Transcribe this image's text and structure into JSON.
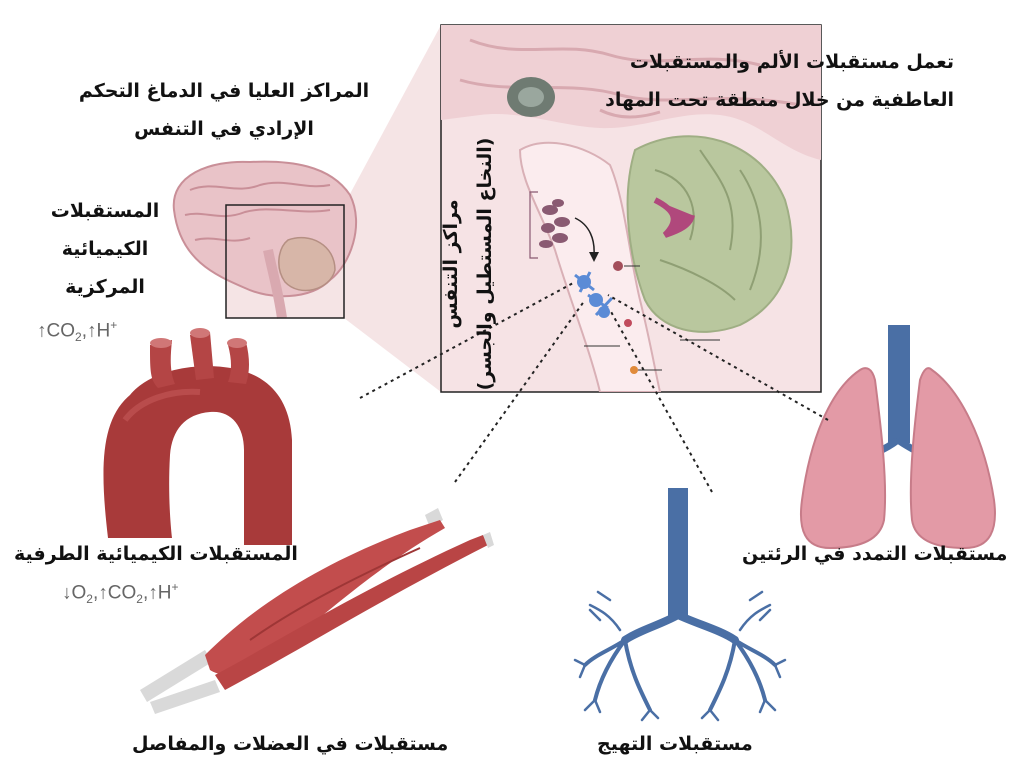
{
  "labels": {
    "hypothalamus_receptors_line1": "تعمل مستقبلات الألم والمستقبلات",
    "hypothalamus_receptors_line2": "العاطفية من خلال منطقة تحت المهاد",
    "higher_centers_line1": "المراكز العليا في الدماغ التحكم",
    "higher_centers_line2": "الإرادي في التنفس",
    "central_chemo_line1": "المستقبلات",
    "central_chemo_line2": "الكيميائية",
    "central_chemo_line3": "المركزية",
    "respiratory_centers_line1": "مراكز التنفس",
    "respiratory_centers_line2": "(النخاع المستطيل والجسر)",
    "peripheral_chemo": "المستقبلات الكيميائية الطرفية",
    "stretch_receptors": "مستقبلات التمدد في الرئتين",
    "irritant_receptors": "مستقبلات التهيج",
    "muscle_joint_receptors": "مستقبلات في العضلات والمفاصل"
  },
  "chem_central": {
    "co2": "CO",
    "co2_sub": "2",
    "h": "H",
    "h_sup": "+"
  },
  "chem_peripheral": {
    "o2": "O",
    "o2_sub": "2",
    "co2": "CO",
    "co2_sub": "2",
    "h": "H",
    "h_sup": "+"
  },
  "colors": {
    "brain_pink": "#e9c3c8",
    "brain_dark": "#c98f98",
    "cerebellum": "#b9c79e",
    "aorta": "#a83a3a",
    "muscle": "#c24d4d",
    "airway_blue": "#4a6fa5",
    "lung_pink": "#e39aa6",
    "neuron_blue": "#5b8bd6",
    "dotted_line": "#222222"
  }
}
